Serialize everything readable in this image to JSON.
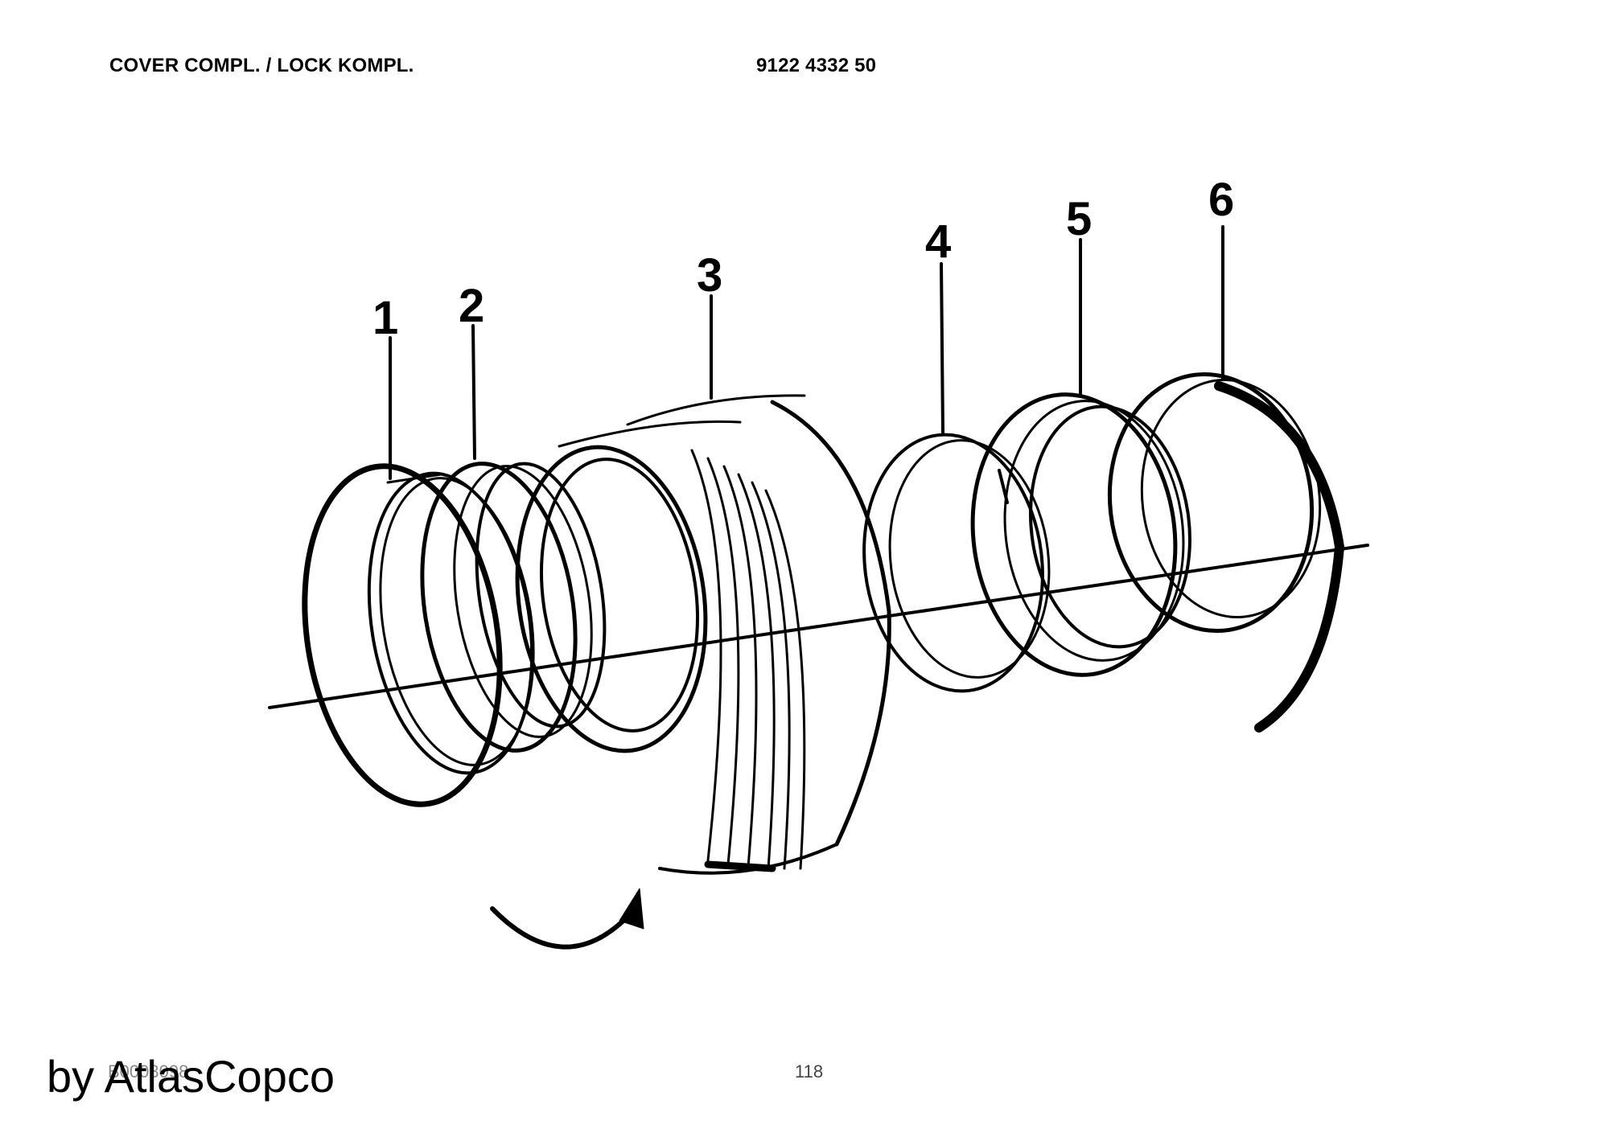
{
  "header": {
    "title": "COVER COMPL. / LOCK KOMPL.",
    "part_number": "9122 4332 50"
  },
  "callouts": [
    "1",
    "2",
    "3",
    "4",
    "5",
    "6"
  ],
  "footer": {
    "code": "B0003098",
    "page": "118"
  },
  "watermark": "by AtlasCopco"
}
